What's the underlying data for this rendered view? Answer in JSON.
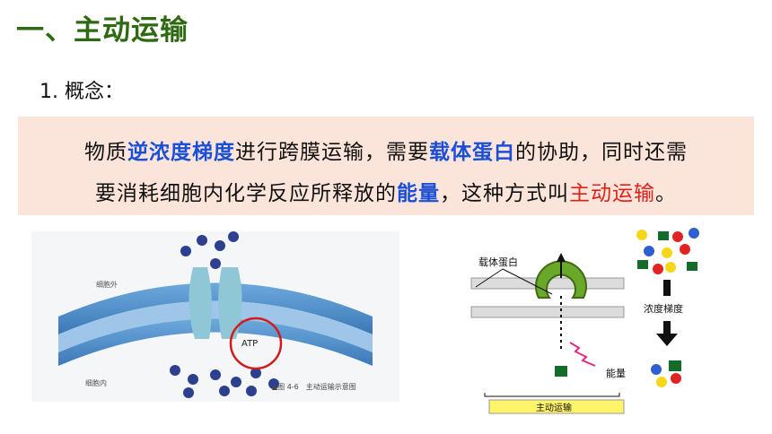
{
  "title": "一、主动运输",
  "concept_label": "1. 概念：",
  "definition": {
    "l1_a": "物质",
    "l1_b": "逆浓度梯度",
    "l1_c": "进行跨膜运输，需要",
    "l1_d": "载体蛋白",
    "l1_e": "的协助，同时还需",
    "l2_a": "要消耗细胞内化学反应所释放的",
    "l2_b": "能量",
    "l2_c": "，这种方式叫",
    "l2_d": "主动运输",
    "l2_e": "。"
  },
  "figure_left": {
    "outside_label": "细胞外",
    "inside_label": "细胞内",
    "atp_label": "ATP",
    "caption": "▲图 4-6　主动运输示意图"
  },
  "figure_right": {
    "carrier_label": "载体蛋白",
    "gradient_label": "浓度梯度",
    "energy_label": "能量",
    "bar_label": "主动运输"
  },
  "colors": {
    "title": "#2d6a12",
    "highlight_blue": "#1b4fd6",
    "highlight_red": "#e0201a",
    "box_bg": "#fbe4d9",
    "bar_yellow": "#fff46a"
  }
}
